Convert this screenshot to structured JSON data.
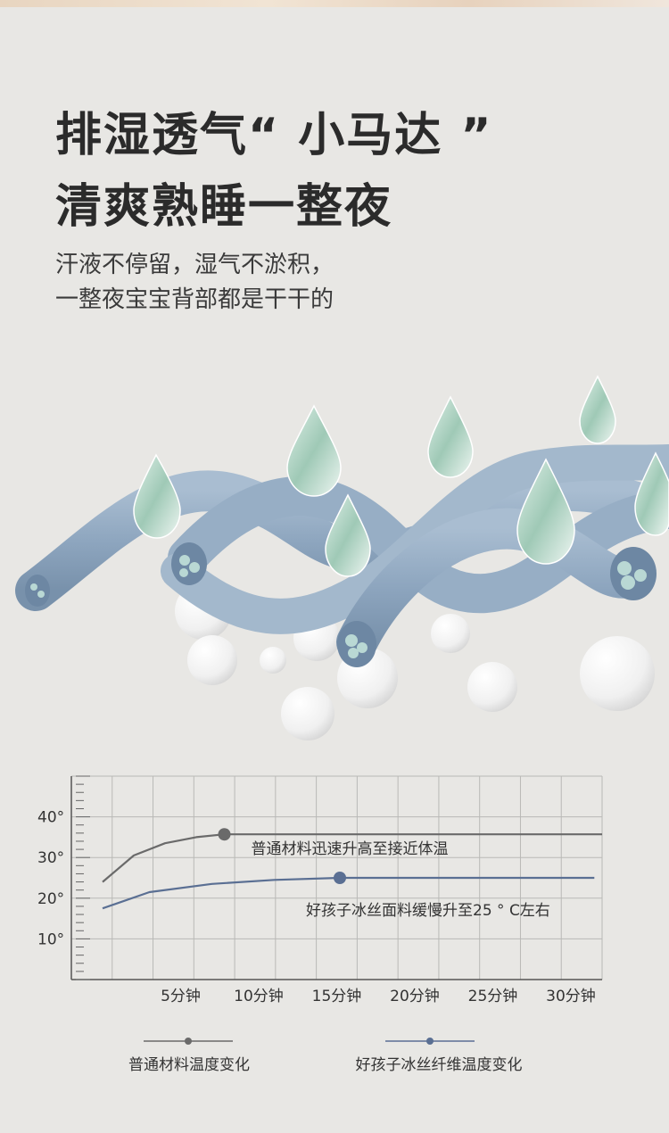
{
  "headline": {
    "line1": "排湿透气“ 小马达 ”",
    "line2": "清爽熟睡一整夜"
  },
  "subtext": {
    "line1": "汗液不停留，湿气不淤积，",
    "line2": "一整夜宝宝背部都是干干的"
  },
  "illustration": {
    "icons": [
      "fabric-fiber-icon",
      "water-drop-icon",
      "air-bubble-icon"
    ],
    "colors": {
      "fiber": "#8fa8c0",
      "drop": "#a9cfc0",
      "bubble": "#f4f4f4"
    }
  },
  "chart_data": {
    "type": "line",
    "x": [
      0,
      5,
      10,
      15,
      20,
      25,
      30
    ],
    "x_tick_labels": [
      "5分钟",
      "10分钟",
      "15分钟",
      "20分钟",
      "25分钟",
      "30分钟"
    ],
    "x_ticks": [
      5,
      10,
      15,
      20,
      25,
      30
    ],
    "y_ticks": [
      10,
      20,
      30,
      40
    ],
    "y_tick_labels": [
      "10°",
      "20°",
      "30°",
      "40°"
    ],
    "xlim": [
      -2,
      32
    ],
    "ylim": [
      0,
      50
    ],
    "grid": true,
    "series": [
      {
        "name": "普通材料温度变化",
        "color": "#6a6a6a",
        "x": [
          0,
          2,
          4,
          6,
          7.8,
          32
        ],
        "y": [
          24,
          30.5,
          33.5,
          35,
          35.7,
          35.7
        ],
        "marker_x": 7.8,
        "annotation": "普通材料迅速升高至接近体温"
      },
      {
        "name": "好孩子冰丝纤维温度变化",
        "color": "#5a6f93",
        "x": [
          0,
          3,
          7,
          11,
          15.2,
          31.5
        ],
        "y": [
          17.5,
          21.5,
          23.5,
          24.5,
          25,
          25
        ],
        "marker_x": 15.2,
        "annotation": "好孩子冰丝面料缓慢升至25 ° C左右"
      }
    ],
    "legend_position": "bottom"
  }
}
